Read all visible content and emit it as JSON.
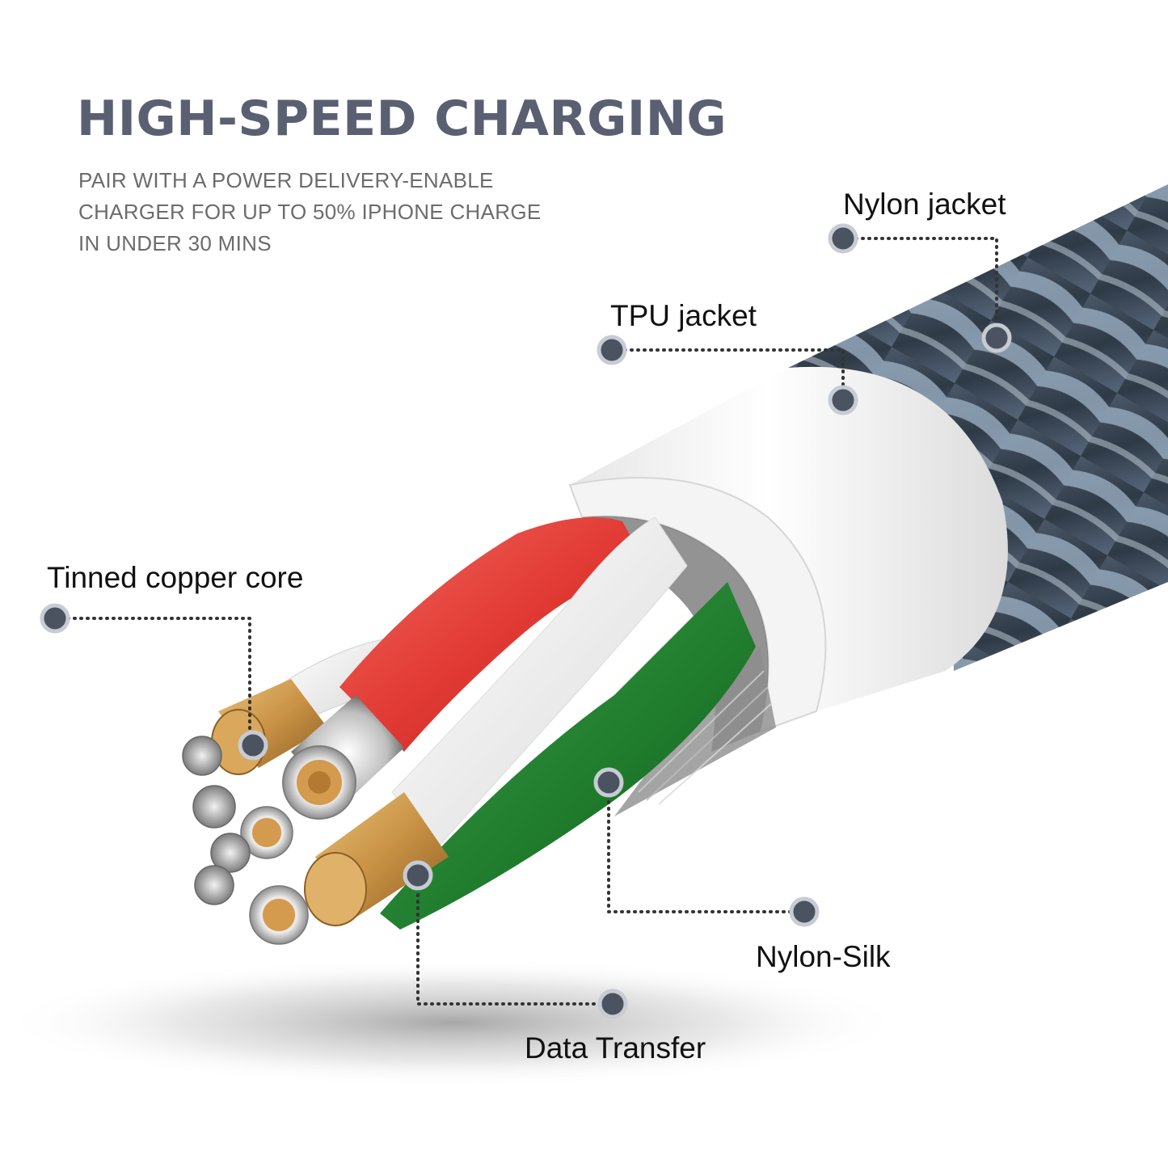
{
  "headline": "HIGH-SPEED CHARGING",
  "subtext_lines": [
    "PAIR WITH A POWER DELIVERY-ENABLE",
    "CHARGER FOR UP TO 50% IPHONE CHARGE",
    "IN UNDER 30 MINS"
  ],
  "labels": {
    "nylon_jacket": "Nylon jacket",
    "tpu_jacket": "TPU jacket",
    "tinned_copper_core": "Tinned copper core",
    "nylon_silk": "Nylon-Silk",
    "data_transfer": "Data Transfer"
  },
  "colors": {
    "headline": "#5a6072",
    "marker_dot": "#4b5260",
    "braid_dark": "#2f3a47",
    "braid_light": "#9fb2c6",
    "wire_red": "#e23a34",
    "wire_green": "#1f7a2c",
    "copper": "#c99245"
  }
}
